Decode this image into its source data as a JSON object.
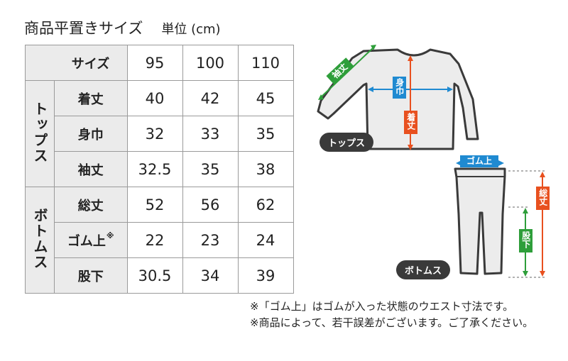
{
  "title": "商品平置きサイズ",
  "unit": "単位 (cm)",
  "table": {
    "header_label": "サイズ",
    "sizes": [
      "95",
      "100",
      "110"
    ],
    "groups": [
      {
        "name": "トップス",
        "rows": [
          {
            "label": "着丈",
            "values": [
              "40",
              "42",
              "45"
            ]
          },
          {
            "label": "身巾",
            "values": [
              "32",
              "33",
              "35"
            ]
          },
          {
            "label": "袖丈",
            "values": [
              "32.5",
              "35",
              "38"
            ]
          }
        ]
      },
      {
        "name": "ボトムス",
        "rows": [
          {
            "label": "総丈",
            "values": [
              "52",
              "56",
              "62"
            ]
          },
          {
            "label": "ゴム上",
            "mark": "※",
            "values": [
              "22",
              "23",
              "24"
            ]
          },
          {
            "label": "股下",
            "values": [
              "30.5",
              "34",
              "39"
            ]
          }
        ]
      }
    ]
  },
  "notes": [
    "※「ゴム上」はゴムが入った状態のウエスト寸法です。",
    "※商品によって、若干誤差がございます。ご了承ください。"
  ],
  "diagram": {
    "tops_badge": "トップス",
    "bottoms_badge": "ボトムス",
    "sleeve_tag": "袖丈",
    "width_tag": "身巾",
    "length_tag": "着丈",
    "waist_tag": "ゴム上",
    "total_tag": "総丈",
    "inseam_tag": "股下",
    "colors": {
      "green": "#2e9e3a",
      "blue": "#1f8ad1",
      "red": "#e8501f",
      "garment_fill": "#ececec",
      "garment_stroke": "#3a3a3a"
    }
  }
}
